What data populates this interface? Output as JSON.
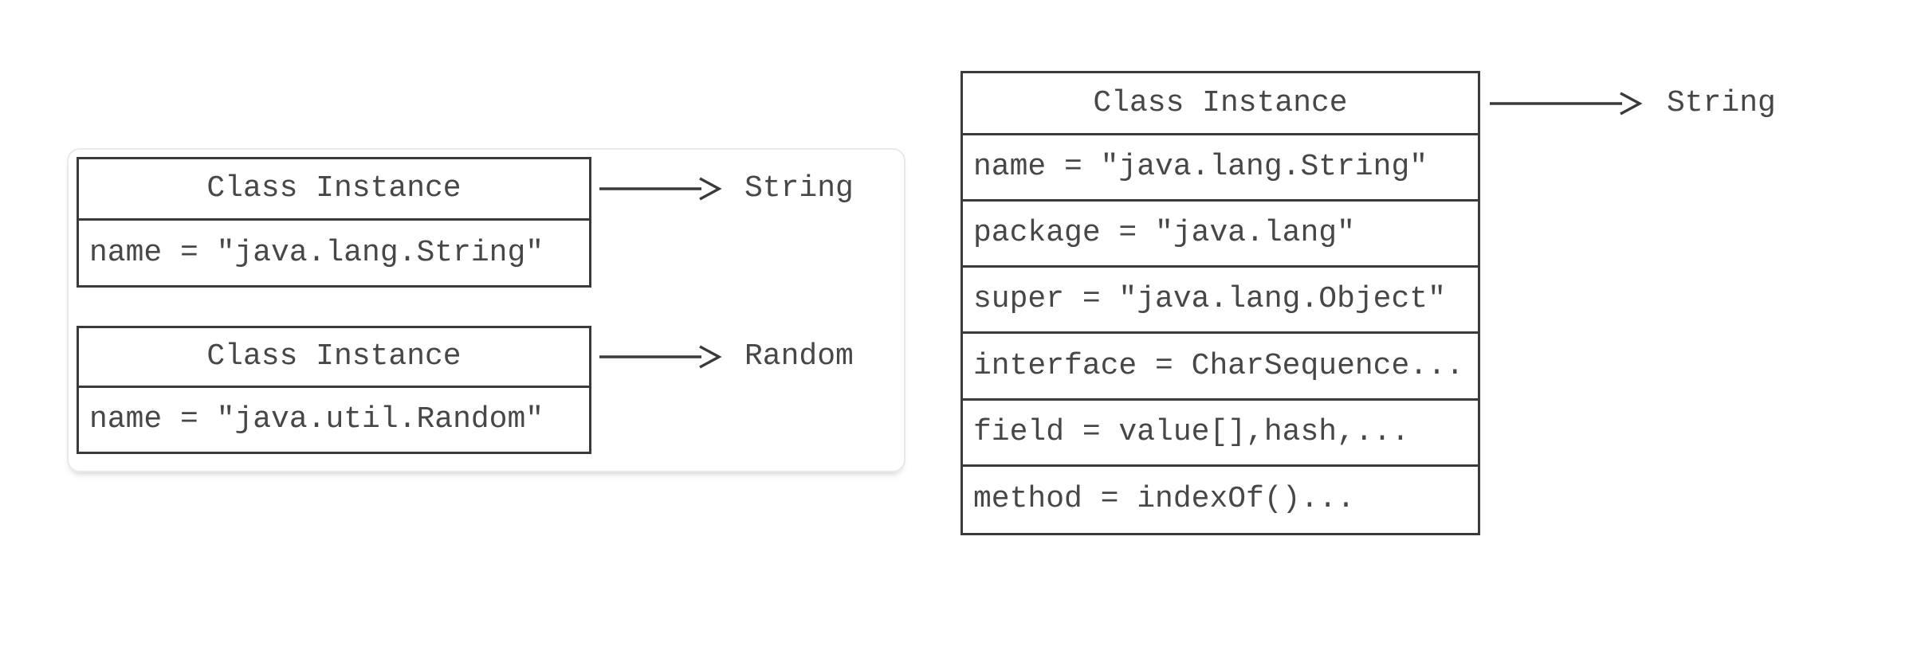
{
  "left_panel": {
    "boxes": [
      {
        "title": "Class Instance",
        "rows": [
          "name = \"java.lang.String\""
        ],
        "arrow_label": "String"
      },
      {
        "title": "Class Instance",
        "rows": [
          "name = \"java.util.Random\""
        ],
        "arrow_label": "Random"
      }
    ]
  },
  "right_panel": {
    "box": {
      "title": "Class Instance",
      "rows": [
        "name = \"java.lang.String\"",
        "package = \"java.lang\"",
        "super = \"java.lang.Object\"",
        "interface = CharSequence...",
        "field = value[],hash,...",
        "method = indexOf()..."
      ],
      "arrow_label": "String"
    }
  },
  "colors": {
    "box_border": "#3a3a3a",
    "text": "#474747",
    "card_border": "#e9e9e9",
    "background": "#ffffff"
  }
}
